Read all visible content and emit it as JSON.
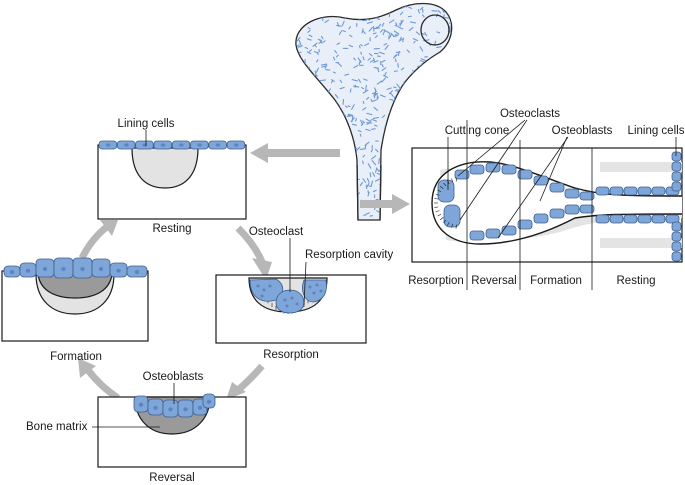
{
  "labels": {
    "lining_cells_left": "Lining cells",
    "resting": "Resting",
    "osteoclast": "Osteoclast",
    "resorption_cavity": "Resorption cavity",
    "resorption": "Resorption",
    "formation": "Formation",
    "osteoblasts_bottom": "Osteoblasts",
    "bone_matrix": "Bone matrix",
    "reversal": "Reversal",
    "osteoclasts_right": "Osteoclasts",
    "cutting_cone": "Cutting cone",
    "osteoblasts_right": "Osteoblasts",
    "lining_cells_right": "Lining cells",
    "phase_resorption": "Resorption",
    "phase_reversal": "Reversal",
    "phase_formation": "Formation",
    "phase_resting": "Resting"
  },
  "colors": {
    "cell_blue": "#7fa6d8",
    "cell_outline": "#3d5f8f",
    "trabecular_blue": "#6f99d2",
    "matrix_gray": "#9a9a9a",
    "cavity_light": "#e3e3e3",
    "arrow_gray": "#b7b7b7"
  }
}
